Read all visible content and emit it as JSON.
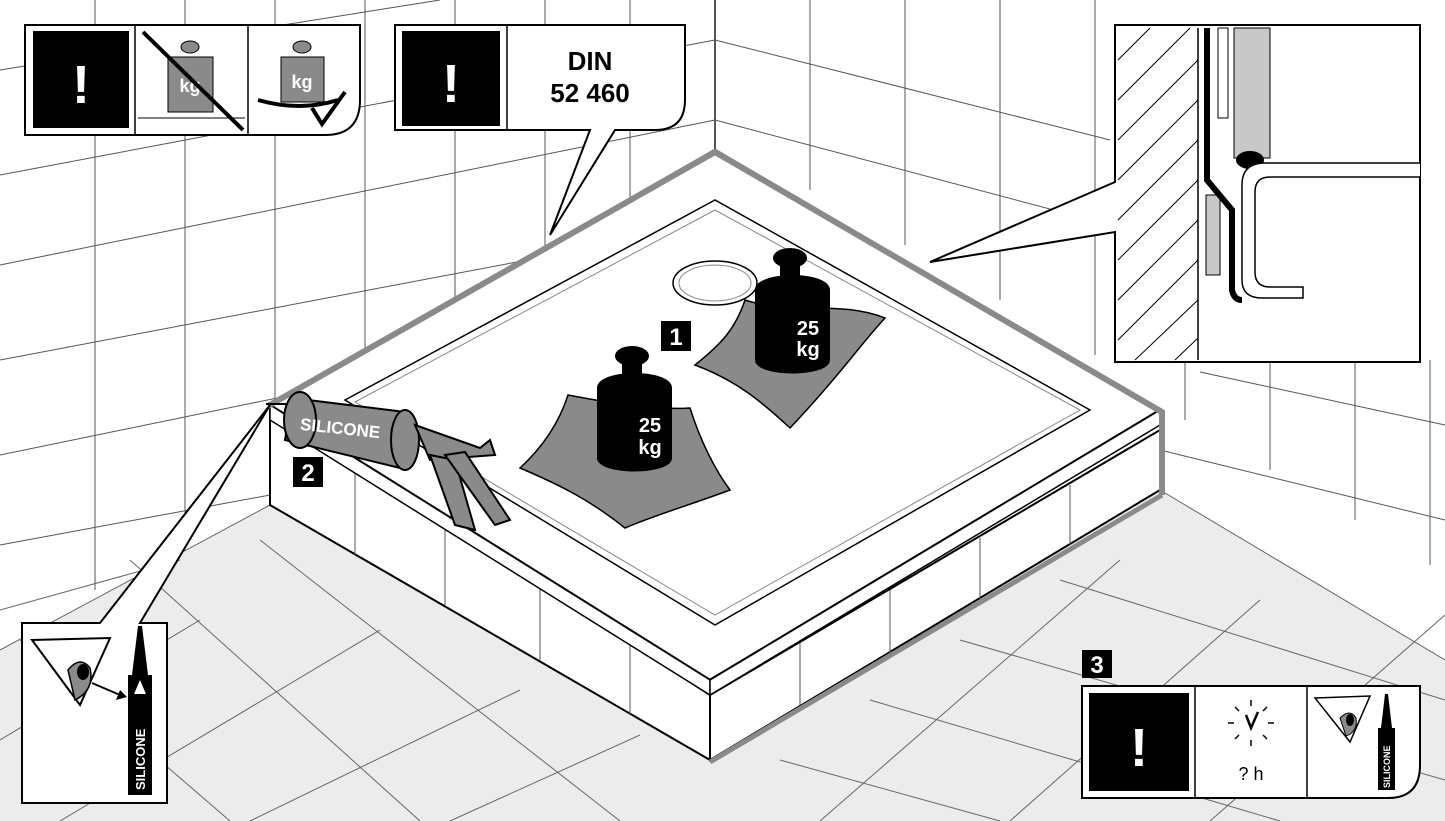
{
  "callouts": {
    "warning_mark": "!",
    "weight_unit": "kg",
    "standard_line1": "DIN",
    "standard_line2": "52 460",
    "time_label": "? h"
  },
  "steps": {
    "step1": "1",
    "step2": "2",
    "step3": "3"
  },
  "weights": {
    "front_value": "25",
    "front_unit": "kg",
    "back_value": "25",
    "back_unit": "kg"
  },
  "silicone": {
    "gun_label": "SILICONE",
    "tube_label": "SILICONE"
  },
  "icons": [
    "warning-icon",
    "no-weight-icon",
    "weight-ok-icon",
    "eye-icon",
    "clock-icon",
    "silicone-tube-icon",
    "caulking-gun-icon"
  ],
  "colors": {
    "ink": "#000000",
    "sealant_gray": "#8a8a8a",
    "light_gray": "#c8c8c8",
    "panel_bg": "#ffffff"
  }
}
